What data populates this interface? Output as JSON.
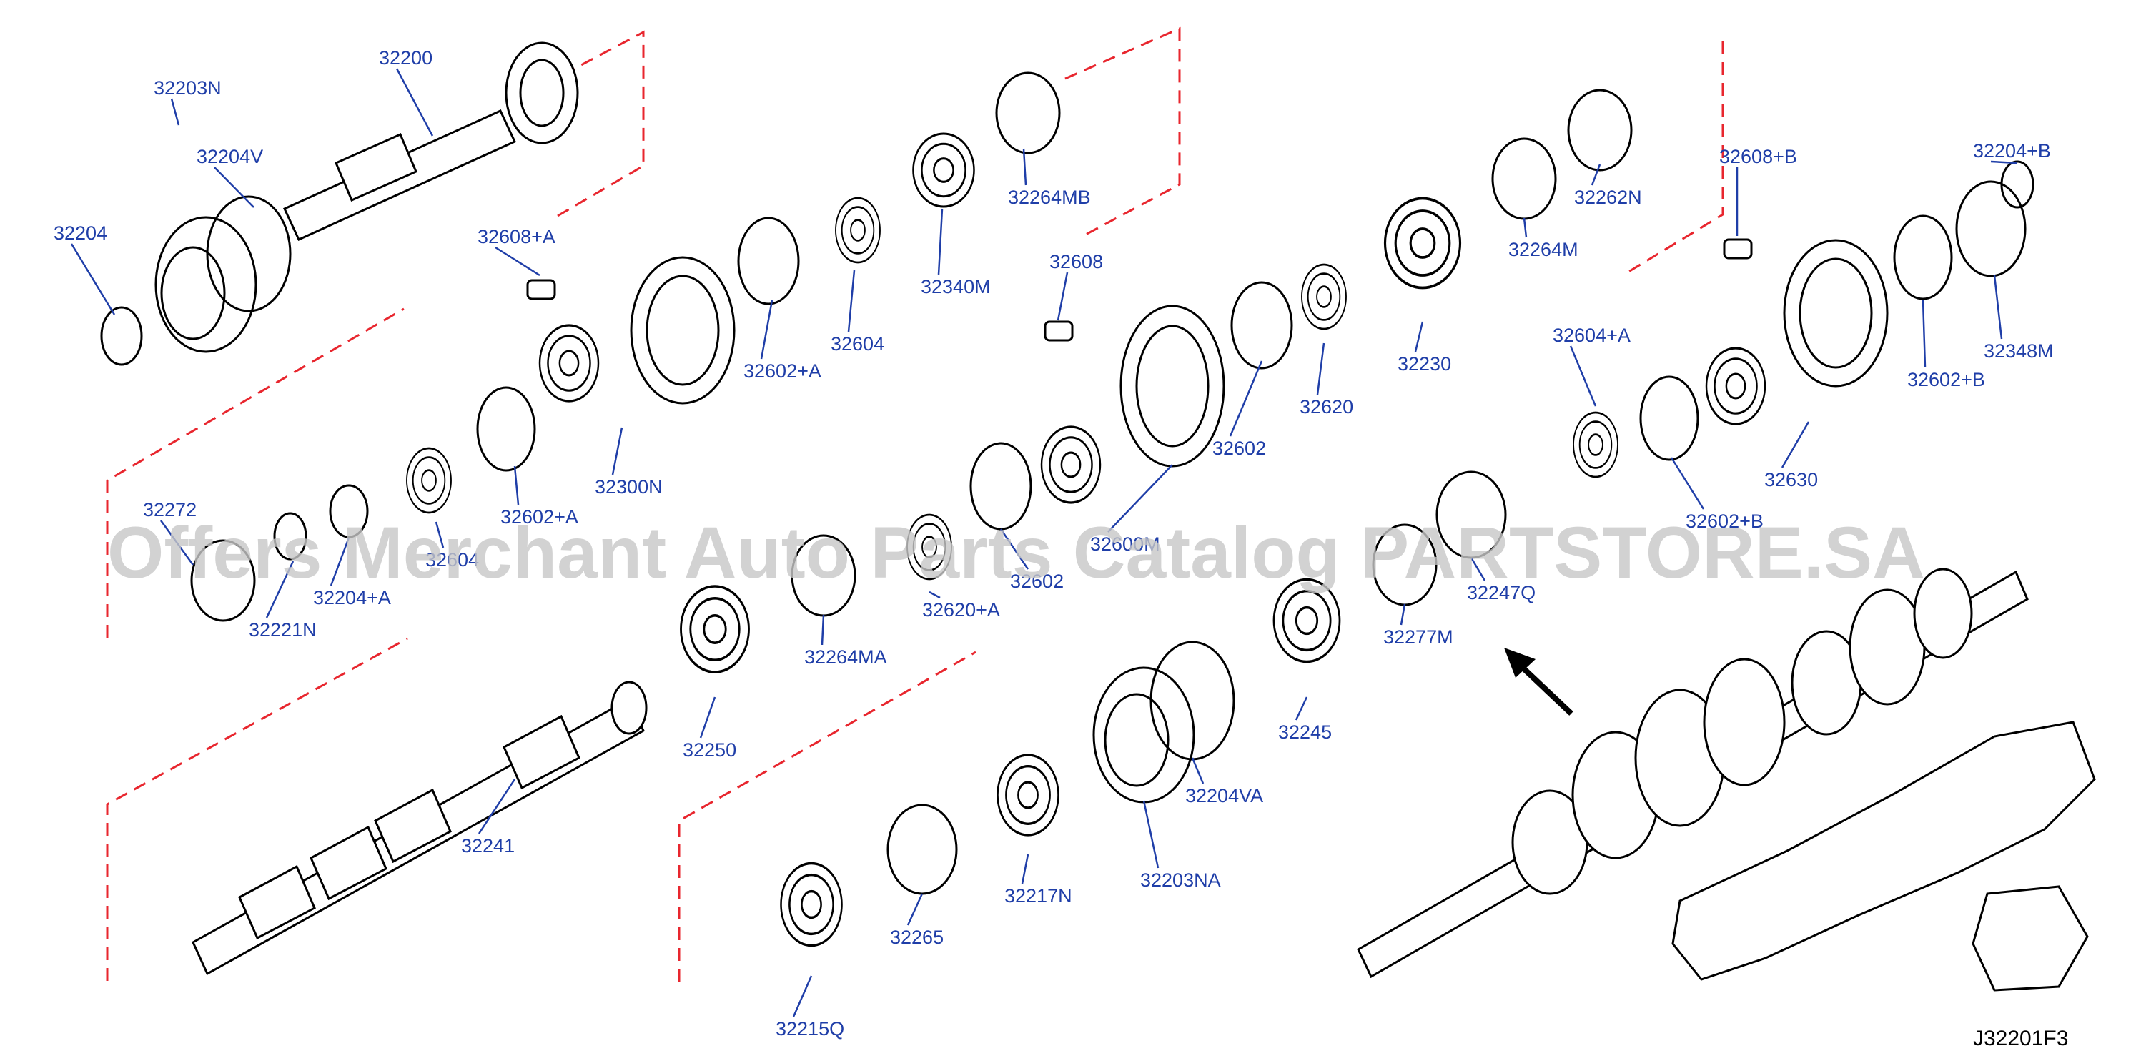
{
  "diagram": {
    "reference_code": "J32201F3",
    "watermark": "Offers Merchant Auto Parts Catalog PARTSTORE.SA",
    "colors": {
      "label": "#1f3ea8",
      "line": "#000000",
      "dashed_outline": "#e8262e",
      "watermark": "#c8c8c8"
    },
    "arrow": "arrow-up-left-icon",
    "part_labels": [
      "32200",
      "32203N",
      "32204V",
      "32204",
      "32608+A",
      "32604",
      "32340M",
      "32264MB",
      "32602+A",
      "32300N",
      "32272",
      "32604",
      "32602+A",
      "32221N",
      "32204+A",
      "32608",
      "32602",
      "32620",
      "32230",
      "32262N",
      "32264M",
      "32608+B",
      "32204+B",
      "32348M",
      "32602+B",
      "32630",
      "32604+A",
      "32602+B",
      "32600M",
      "32602",
      "32620+A",
      "32264MA",
      "32250",
      "32241",
      "32247Q",
      "32277M",
      "32245",
      "32204VA",
      "32203NA",
      "32217N",
      "32265",
      "32215Q"
    ]
  }
}
